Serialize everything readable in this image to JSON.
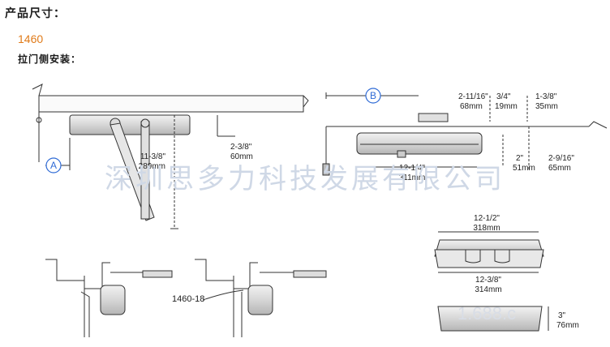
{
  "header": {
    "title": "产品尺寸：",
    "model": "1460",
    "mount": "拉门侧安装："
  },
  "callouts": {
    "a": "A",
    "b": "B"
  },
  "dims": {
    "d1_in": "11-3/8\"",
    "d1_mm": "289mm",
    "d2_in": "2-3/8\"",
    "d2_mm": "60mm",
    "d3_in": "2-11/16\"",
    "d3_mm": "68mm",
    "d4_in": "3/4\"",
    "d4_mm": "19mm",
    "d5_in": "1-3/8\"",
    "d5_mm": "35mm",
    "d6_in": "12-1/4\"",
    "d6_mm": "311mm",
    "d7_in": "2\"",
    "d7_mm": "51mm",
    "d8_in": "2-9/16\"",
    "d8_mm": "65mm",
    "d9_in": "12-1/2\"",
    "d9_mm": "318mm",
    "d10_in": "12-3/8\"",
    "d10_mm": "314mm",
    "d11_in": "3\"",
    "d11_mm": "76mm"
  },
  "model_label": "1460-18",
  "watermark": "深圳思多力科技发展有限公司",
  "watermark2": "1.688.c"
}
